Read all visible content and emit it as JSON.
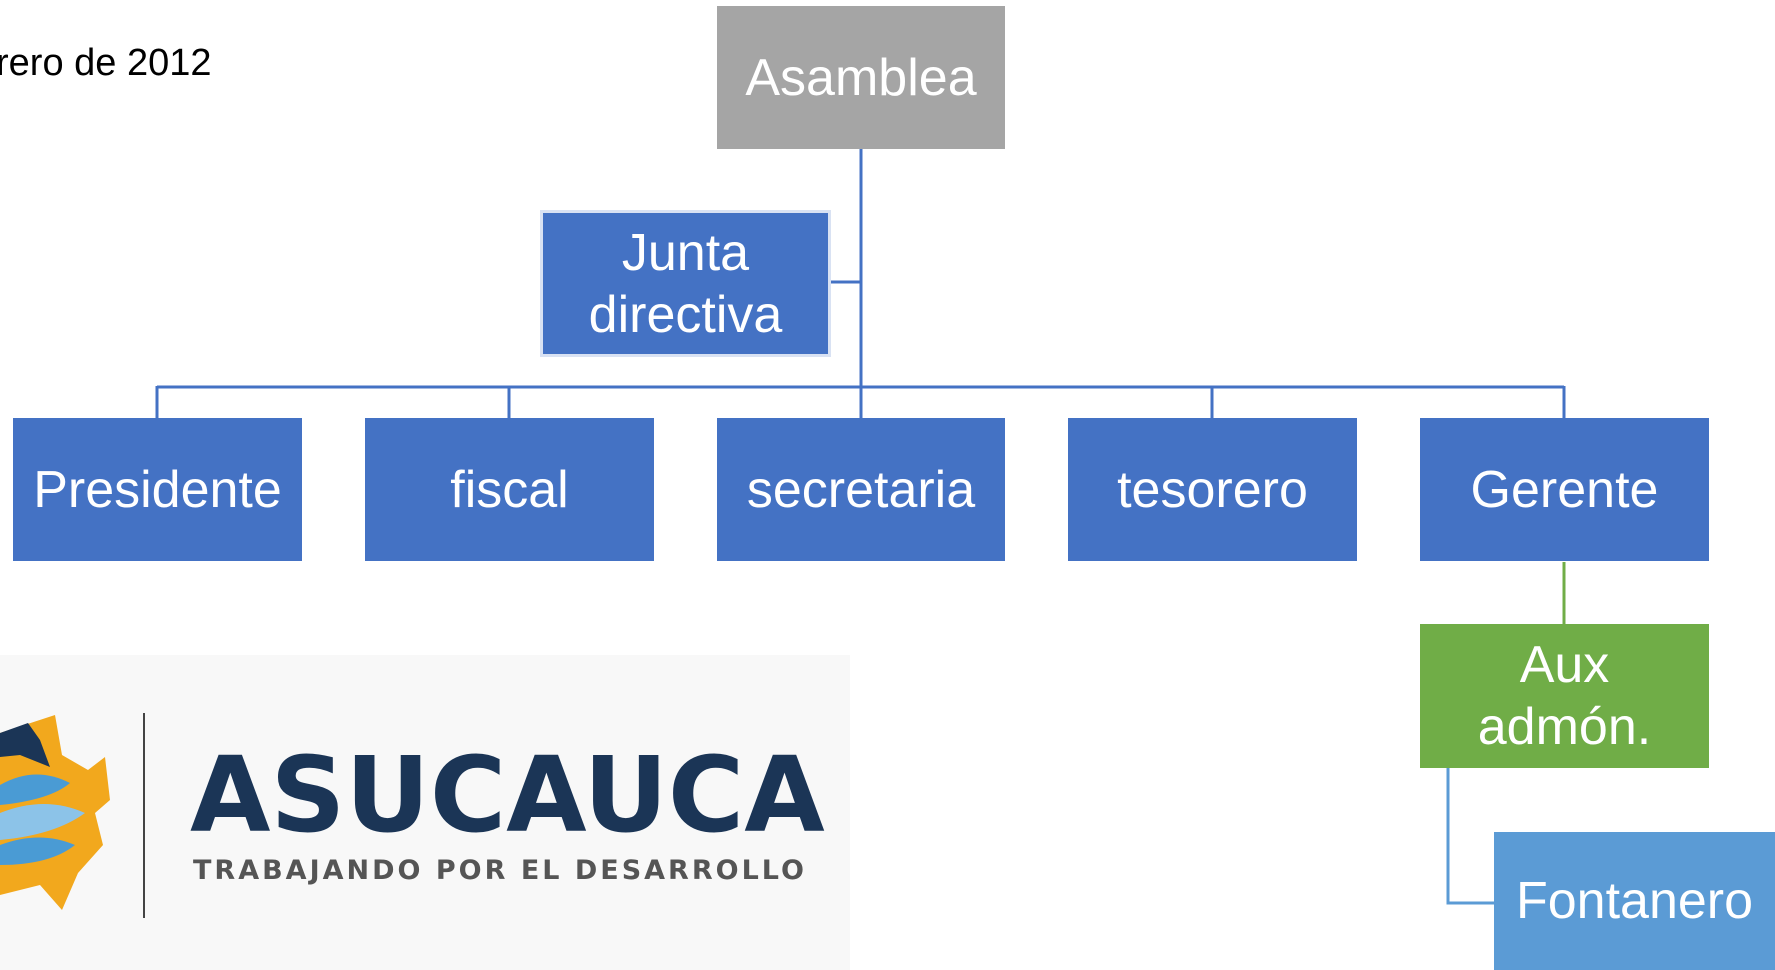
{
  "header": {
    "date_fragment": "rero de 2012"
  },
  "org_chart": {
    "root": "Asamblea",
    "advisory": "Junta directiva",
    "members": [
      "Presidente",
      "fiscal",
      "secretaria",
      "tesorero",
      "Gerente"
    ],
    "gerente_child": "Aux admón.",
    "aux_child": "Fontanero"
  },
  "logo": {
    "name": "ASUCAUCA",
    "tagline": "TRABAJANDO POR EL DESARROLLO"
  },
  "colors": {
    "primary": "#4472C4",
    "root": "#A5A5A5",
    "aux": "#70AD47",
    "fontanero": "#5B9BD5",
    "logo_text": "#1B3556"
  }
}
